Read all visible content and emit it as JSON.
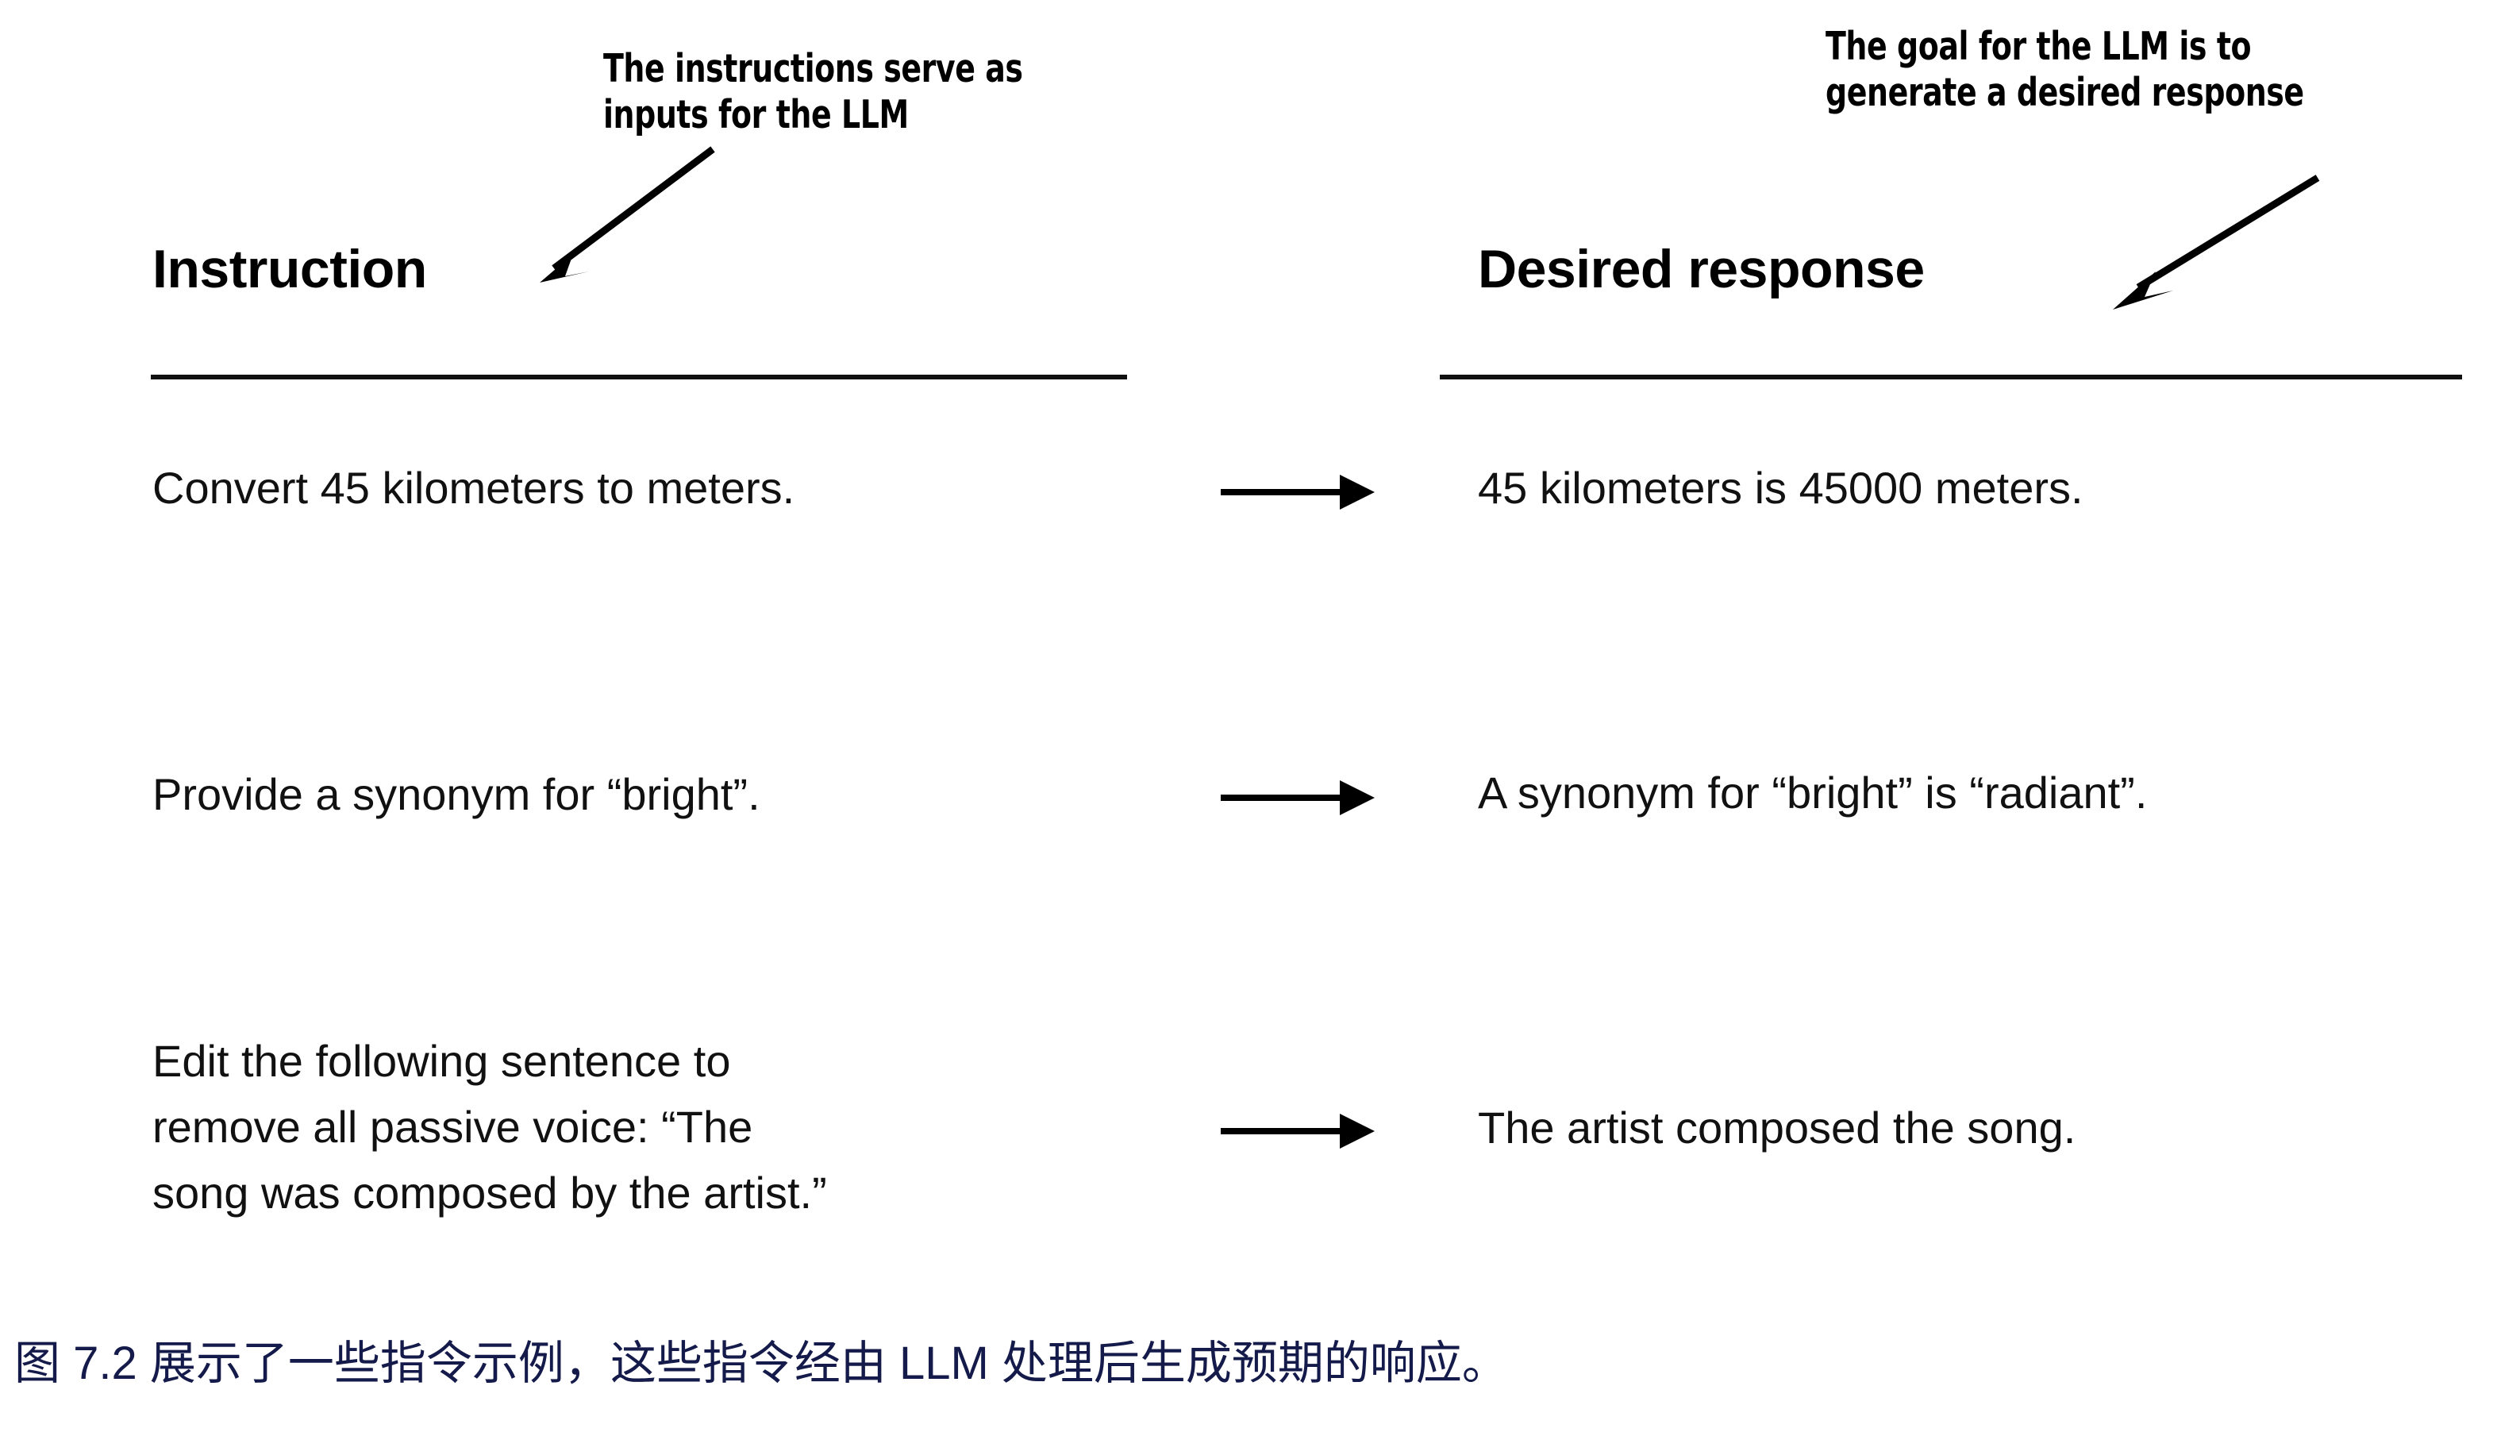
{
  "figure": {
    "headings": {
      "instruction": "Instruction",
      "desired_response": "Desired response"
    },
    "callouts": {
      "left": {
        "line1": "The instructions serve as",
        "line2": "inputs for the LLM"
      },
      "right": {
        "line1": "The goal for the LLM is to",
        "line2": "generate a desired response"
      }
    },
    "rows": [
      {
        "instruction": "Convert 45 kilometers to meters.",
        "desired_response": "45 kilometers is 45000 meters."
      },
      {
        "instruction": "Provide a synonym for “bright”.",
        "desired_response": "A synonym for “bright” is “radiant”."
      },
      {
        "instruction": "Edit the following sentence to\nremove all passive voice: “The\nsong was composed by the artist.”",
        "desired_response": "The artist composed the song."
      }
    ],
    "icons": {
      "row_arrow": "right-arrow-icon",
      "callout_pointer": "diagonal-pointer-arrow-icon"
    },
    "colors": {
      "ink": "#111111",
      "caption": "#141a4a",
      "background": "#ffffff"
    }
  },
  "caption": {
    "text": "图 7.2 展示了一些指令示例，这些指令经由 LLM 处理后生成预期的响应。"
  }
}
